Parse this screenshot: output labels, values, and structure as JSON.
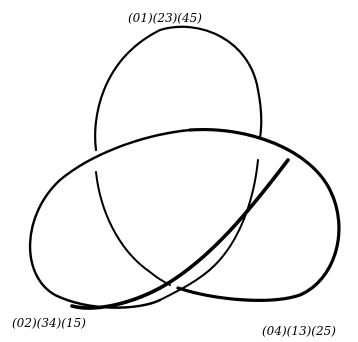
{
  "diagram": {
    "labels": {
      "top": "(01)(23)(45)",
      "left": "(02)(34)(15)",
      "right": "(04)(13)(25)"
    },
    "colors": {
      "stroke": "#000000",
      "background": "#ffffff"
    }
  }
}
